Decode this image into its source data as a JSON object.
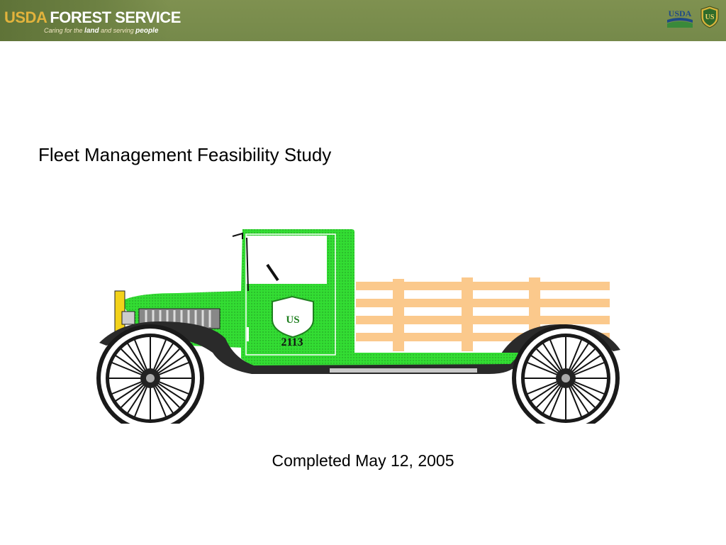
{
  "header": {
    "brand_usda": "USDA",
    "brand_forest_service": "FOREST SERVICE",
    "tagline_prefix": "Caring for the",
    "tagline_land": "land",
    "tagline_middle": "and serving",
    "tagline_people": "people",
    "usda_logo_text": "USDA",
    "shield_logo_text": "US",
    "background_color": "#7a8c4c"
  },
  "slide": {
    "title": "Fleet Management Feasibility Study",
    "subtitle": "Completed May 12, 2005"
  },
  "illustration": {
    "door_number": "2113",
    "door_shield_text": "US",
    "body_color": "#33dd33",
    "stake_color": "#fbc98c"
  }
}
